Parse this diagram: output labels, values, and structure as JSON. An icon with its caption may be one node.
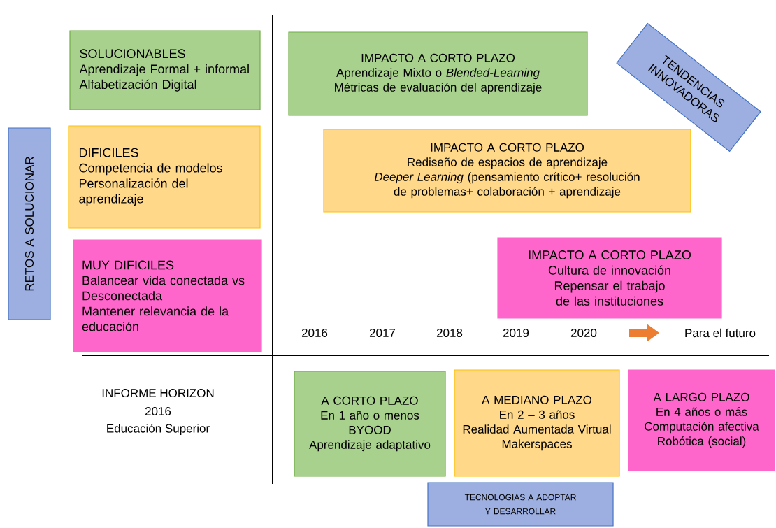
{
  "diagram": {
    "nodes": [
      {
        "text": [
          "SOLUCIONABLES",
          "Aprendizaje Formal + informal",
          "Alfabetización Digital"
        ]
      },
      {
        "text": [
          "IMPACTO A CORTO PLAZO",
          "Aprendizaje Mixto o *Blended-Learning*",
          "Métricas de evaluación del aprendizaje"
        ]
      },
      {
        "text": [
          "TENDENCIAS INNOVADORAS"
        ]
      },
      {
        "text": [
          "RETOS A SOLUCIONAR"
        ]
      },
      {
        "text": [
          "DIFICILES",
          "Competencia de modelos",
          "Personalización del aprendizaje"
        ]
      },
      {
        "text": [
          "IMPACTO A CORTO PLAZO",
          "Rediseño de espacios de aprendizaje",
          "*Deeper Learning* (pensamiento crítico+ resolución de problemas+ colaboración + aprendizaje"
        ]
      },
      {
        "text": [
          "MUY DIFICILES",
          "Balancear vida conectada vs Desconectada",
          "Mantener relevancia de la educación"
        ]
      },
      {
        "text": [
          "IMPACTO A CORTO PLAZO",
          "Cultura de innovación",
          "Repensar el trabajo de las instituciones"
        ]
      },
      {
        "text": [
          "A CORTO PLAZO",
          "En 1 año o menos",
          "BYOOD",
          "Aprendizaje adaptativo"
        ]
      },
      {
        "text": [
          "A MEDIANO PLAZO",
          "En 2 – 3 años",
          "Realidad Aumentada Virtual",
          "Makerspaces"
        ]
      },
      {
        "text": [
          "A LARGO PLAZO",
          "En 4 años o más",
          "Computación afectiva",
          "Robótica (social)"
        ]
      },
      {
        "text": [
          "TECNOLOGIAS A ADOPTAR Y DESARROLLAR"
        ]
      }
    ],
    "labels": [
      "2016",
      "2017",
      "2018",
      "2019",
      "2020",
      "Para el futuro",
      "INFORME HORIZON",
      "2016",
      "Educación Superior"
    ]
  }
}
